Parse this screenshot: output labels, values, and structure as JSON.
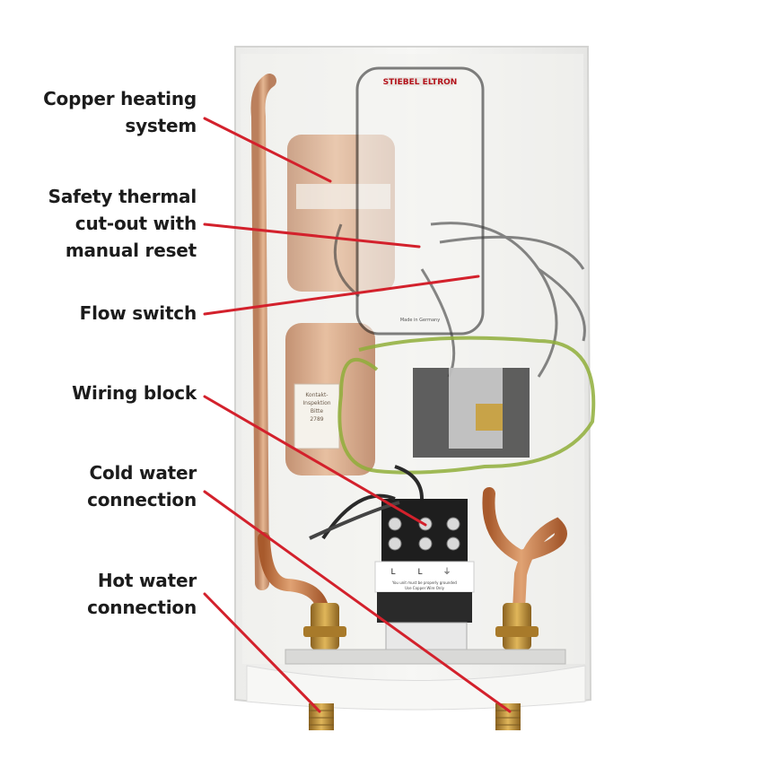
{
  "brand": {
    "logo_text": "STIEBEL ELTRON",
    "made_in": "Made in Germany"
  },
  "terminal": {
    "labels": [
      "L",
      "L",
      "⏚"
    ],
    "note_1": "You unit must be properly grounded",
    "note_2": "Use Copper Wire Only"
  },
  "sticker": {
    "lines": [
      "Kontakt-",
      "Inspektion",
      "",
      "Bitte",
      "2789"
    ]
  },
  "callouts": [
    {
      "id": "copper-heating",
      "lines": [
        "Copper heating",
        "system"
      ]
    },
    {
      "id": "safety-cutout",
      "lines": [
        "Safety thermal",
        "cut-out with",
        "manual reset"
      ]
    },
    {
      "id": "flow-switch",
      "lines": [
        "Flow switch"
      ]
    },
    {
      "id": "wiring-block",
      "lines": [
        "Wiring block"
      ]
    },
    {
      "id": "cold-water",
      "lines": [
        "Cold water",
        "connection"
      ]
    },
    {
      "id": "hot-water",
      "lines": [
        "Hot water",
        "connection"
      ]
    }
  ],
  "colors": {
    "leader": "#d3212c",
    "copper": "#c67a4a",
    "copper_dark": "#8d4a22",
    "brass": "#b8862f",
    "housing": "#f3f3f1"
  }
}
